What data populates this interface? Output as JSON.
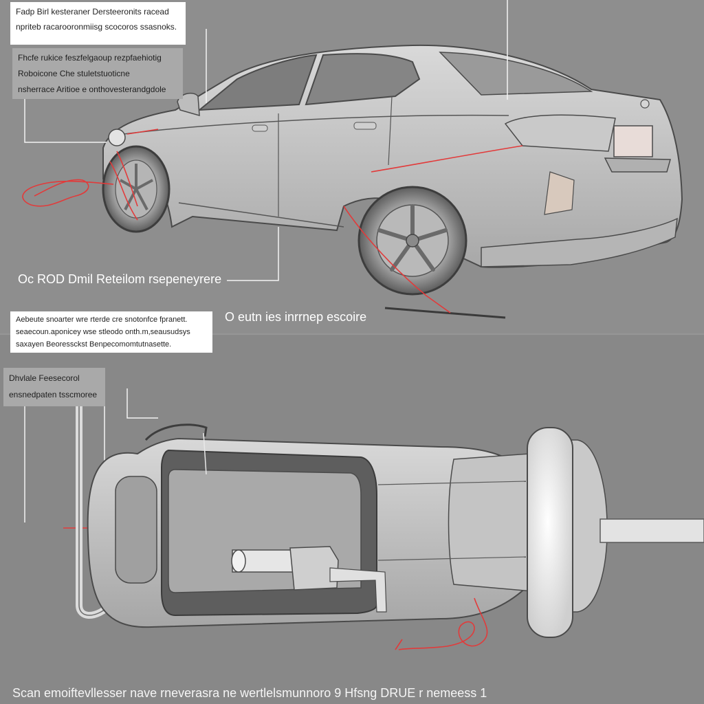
{
  "colors": {
    "background": "#8d8d8d",
    "accent": "#e23a3a",
    "outline": "#4a4a4a"
  },
  "labels": {
    "top_box": {
      "lines": [
        "Fadp Birl kesteraner Dersteeronits racead",
        "npriteb racarooronmiisg scocoros ssasnoks."
      ]
    },
    "top_grey_box": {
      "lines": [
        "Fhcfe rukice feszfelgaoup rezpfaehiotig",
        "Roboicone Che stuletstuoticne",
        "nsherrace Aritioe e onthovesterandgdole"
      ]
    },
    "middle_box": {
      "lines": [
        "Aebeute snoarter wre rterde cre snotonfce fpranett.",
        "seaecoun.aponicey wse stleodo onth.m,seausudsys",
        "saxayen Beoressckst Benpecomomtutnasette."
      ]
    },
    "lower_grey_box": {
      "lines": [
        "Dhvlale Feesecorol",
        "ensnedpaten tsscmoree"
      ]
    }
  },
  "captions": {
    "car_caption": "Oc ROD Dmil Reteilom rsepeneyrere",
    "center_caption": "O eutn ies inrrnep escoire",
    "bottom_caption": "Scan emoiftevllesser nave rneverasra ne wertlelsmunnoro 9 Hfsng DRUE r nemeess 1"
  }
}
